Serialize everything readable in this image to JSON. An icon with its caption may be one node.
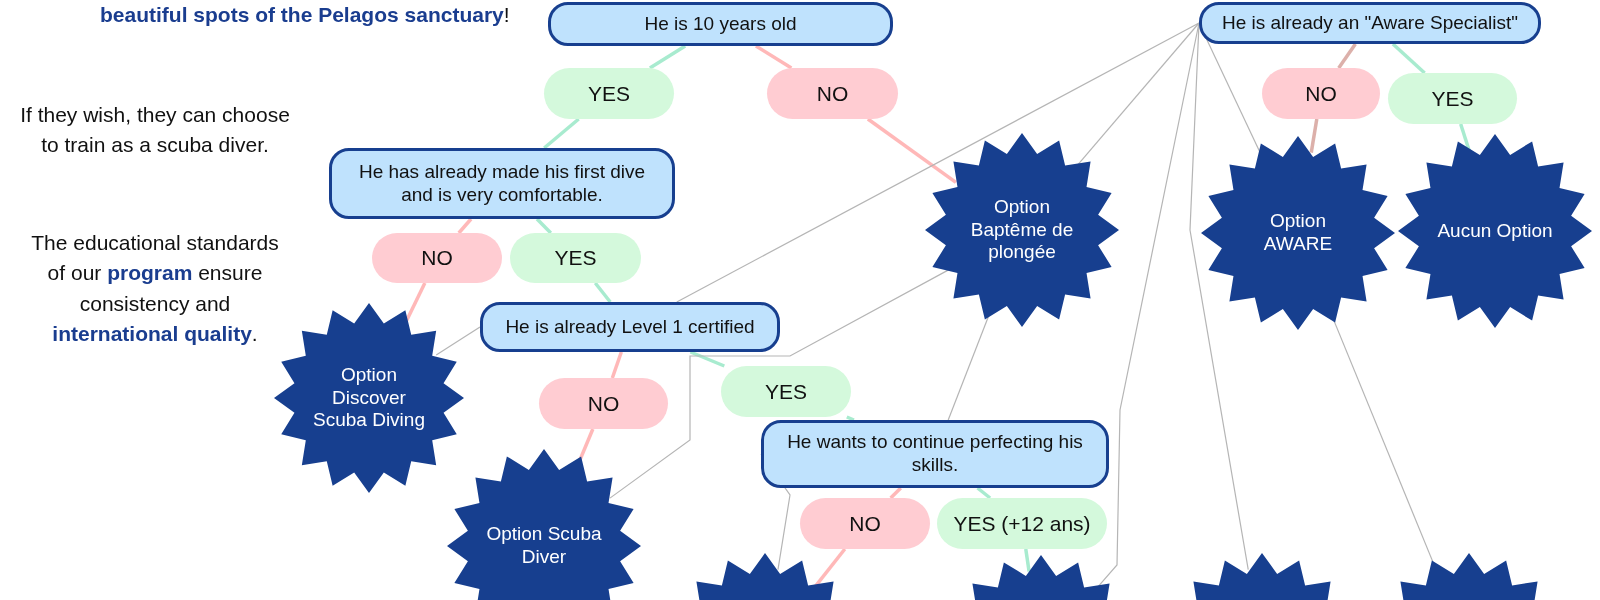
{
  "diagram": {
    "nodes": [
      {
        "text": [
          "He is 10 years old"
        ]
      },
      {
        "text": [
          "He is already an \"Aware Specialist\""
        ]
      },
      {
        "text": [
          "YES"
        ]
      },
      {
        "text": [
          "NO"
        ]
      },
      {
        "text": [
          "NO"
        ]
      },
      {
        "text": [
          "YES"
        ]
      },
      {
        "text": [
          "He has already made his first dive and is very comfortable."
        ]
      },
      {
        "text": [
          "Option Baptême de plongée"
        ]
      },
      {
        "text": [
          "Option AWARE"
        ]
      },
      {
        "text": [
          "Aucun Option"
        ]
      },
      {
        "text": [
          "NO"
        ]
      },
      {
        "text": [
          "YES"
        ]
      },
      {
        "text": [
          "He is already Level 1 certified"
        ]
      },
      {
        "text": [
          "Option Discover Scuba Diving"
        ]
      },
      {
        "text": [
          "YES"
        ]
      },
      {
        "text": [
          "NO"
        ]
      },
      {
        "text": [
          "He wants to continue perfecting his skills."
        ]
      },
      {
        "text": [
          "Option Scuba Diver"
        ]
      },
      {
        "text": [
          "NO"
        ]
      },
      {
        "text": [
          "YES (+12 ans)"
        ]
      },
      {
        "text": [],
        "shape": "star"
      },
      {
        "text": [],
        "shape": "star"
      },
      {
        "text": [],
        "shape": "star"
      },
      {
        "text": [],
        "shape": "star"
      }
    ],
    "edges": [
      {
        "from": 0,
        "to": 2,
        "arrow": "none",
        "color": "#a8ebcf"
      },
      {
        "from": 0,
        "to": 3,
        "arrow": "none",
        "color": "#ffb8b8"
      },
      {
        "from": 1,
        "to": 4,
        "arrow": "none",
        "color": "#dcb0aa"
      },
      {
        "from": 1,
        "to": 5,
        "arrow": "none",
        "color": "#a8ebcf"
      },
      {
        "from": 2,
        "to": 6,
        "arrow": "none",
        "color": "#a8ebcf"
      },
      {
        "from": 3,
        "to": 7,
        "arrow": "none",
        "color": "#ffb8b8"
      },
      {
        "from": 4,
        "to": 8,
        "arrow": "none",
        "color": "#dcb0aa"
      },
      {
        "from": 5,
        "to": 9,
        "arrow": "none",
        "color": "#a8ebcf"
      },
      {
        "from": 6,
        "to": 10,
        "arrow": "none",
        "color": "#ffb8b8"
      },
      {
        "from": 6,
        "to": 11,
        "arrow": "none",
        "color": "#a8ebcf"
      },
      {
        "from": 10,
        "to": 13,
        "arrow": "none",
        "color": "#ffb8b8"
      },
      {
        "from": 11,
        "to": 12,
        "arrow": "none",
        "color": "#a8ebcf"
      },
      {
        "from": 12,
        "to": 15,
        "arrow": "none",
        "color": "#ffb8b8"
      },
      {
        "from": 12,
        "to": 14,
        "arrow": "none",
        "color": "#a8ebcf"
      },
      {
        "from": 15,
        "to": 17,
        "arrow": "none",
        "color": "#ffb8b8"
      },
      {
        "from": 14,
        "to": 16,
        "arrow": "none",
        "color": "#a8ebcf"
      },
      {
        "from": 16,
        "to": 18,
        "arrow": "none",
        "color": "#ffb8b8"
      },
      {
        "from": 16,
        "to": 19,
        "arrow": "none",
        "color": "#a8ebcf"
      },
      {
        "from": 18,
        "to": 20,
        "arrow": "none",
        "color": "#ffb8b8"
      },
      {
        "from": 19,
        "to": 21,
        "arrow": "none",
        "color": "#a8ebcf"
      },
      {
        "from": 1,
        "to": 12,
        "arrow": "none"
      },
      {
        "from": 12,
        "to": 13,
        "arrow": "none"
      },
      {
        "from": 1,
        "to": 7,
        "arrow": "none"
      },
      {
        "from": 7,
        "to": 17,
        "arrow": "none"
      },
      {
        "from": 7,
        "to": 16,
        "arrow": "none"
      },
      {
        "from": 16,
        "to": 20,
        "arrow": "none"
      },
      {
        "from": 1,
        "to": 21,
        "arrow": "none"
      },
      {
        "from": 1,
        "to": 22,
        "arrow": "none"
      },
      {
        "from": 1,
        "to": 8,
        "arrow": "none"
      },
      {
        "from": 8,
        "to": 23,
        "arrow": "none"
      }
    ],
    "labels": [
      "**beautiful spots of the Pelagos sanctuary**!",
      "If they wish, they can choose to train as a scuba diver.",
      "The educational standards of our **program** ensure consistency and **international quality**."
    ]
  }
}
